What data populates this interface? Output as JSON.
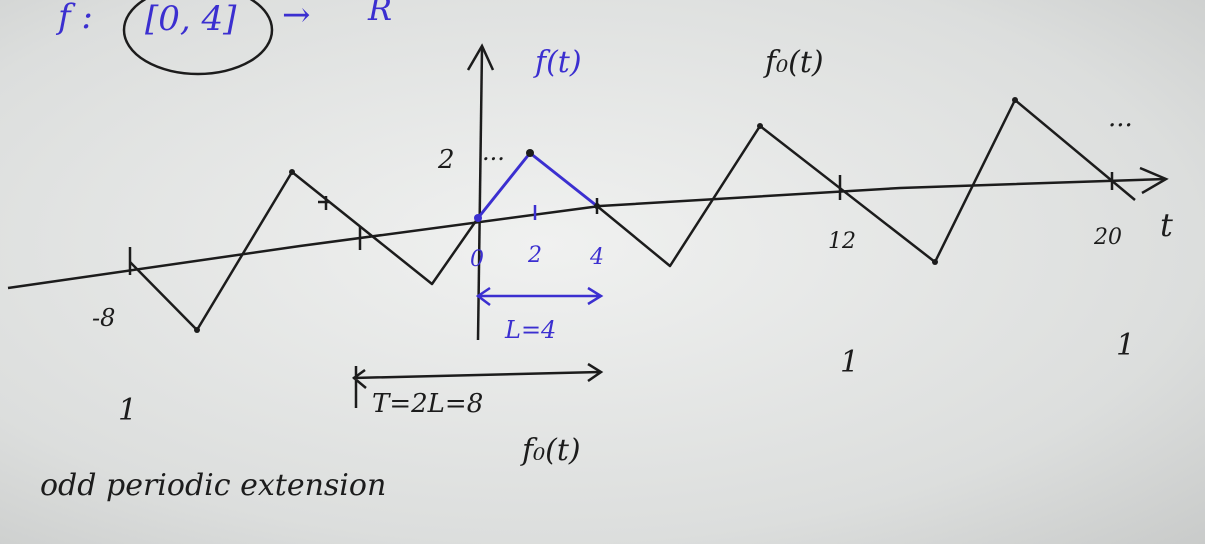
{
  "colors": {
    "black_ink": "#1c1c1c",
    "blue_ink": "#3b2fd0",
    "board": "#e8e9e8"
  },
  "header": {
    "f_label": "f :",
    "domain": "[0, 4]",
    "arrow": "→",
    "codomain": "R"
  },
  "labels": {
    "f_t": "f(t)",
    "f0_t": "f₀(t)",
    "f0_t_bottom": "f₀(t)",
    "axis_t": "t",
    "dots_peak": "...",
    "dots_right": "...",
    "peak_value": "2",
    "tick_0": "0",
    "tick_2": "2",
    "tick_4": "4",
    "tick_12": "12",
    "tick_20": "20",
    "tick_minus8": "-8",
    "L_eq": "L=4",
    "T_eq": "T=2L=8",
    "caption": "odd periodic extension",
    "period_mark": "1"
  },
  "function": {
    "domain": [
      0,
      4
    ],
    "peak": [
      2,
      2
    ],
    "L": 4,
    "T": 8
  }
}
